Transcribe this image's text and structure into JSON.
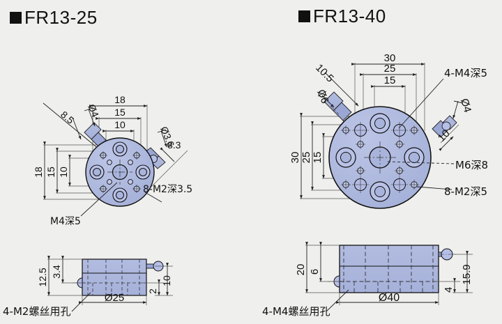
{
  "page": {
    "background": "#efefed",
    "body_fill": "#aab4dc",
    "line_color": "#1a1a1a",
    "hidden_line_color": "#2b2b2b",
    "dim_color": "#222222"
  },
  "titles": {
    "left": "FR13-25",
    "right": "FR13-40",
    "bullet": "square-bullet"
  },
  "left_model": {
    "name": "FR13-25",
    "top_view": {
      "dimensions_top": [
        "18",
        "15",
        "10"
      ],
      "dimensions_left": [
        "18",
        "15",
        "10"
      ],
      "callout_upper_left_length": "8.5",
      "callout_upper_left_dia": "Ø4",
      "callout_right_dia": "Ø3.6",
      "callout_right_length": "8.3",
      "note_center": "M4深5",
      "note_holes": "8-M2深3.5"
    },
    "side_view": {
      "height_total": "12.5",
      "height_lower": "3.4",
      "right_height": "10",
      "right_offset": "2",
      "diameter": "Ø25",
      "note": "4-M2螺丝用孔"
    }
  },
  "right_model": {
    "name": "FR13-40",
    "top_view": {
      "dimensions_top": [
        "30",
        "25",
        "15"
      ],
      "dimensions_left": [
        "30",
        "25",
        "15"
      ],
      "callout_upper_left_length": "10.5",
      "callout_upper_left_dia": "Ø6",
      "callout_right_dia": "Ø4",
      "callout_right_length": "10",
      "note_top_right": "4-M4深5",
      "note_center": "M6深8",
      "note_holes": "8-M2深5"
    },
    "side_view": {
      "height_total": "20",
      "height_lower": "6",
      "right_height": "15.9",
      "right_offset": "4",
      "diameter": "Ø40",
      "note": "4-M4螺丝用孔"
    }
  }
}
